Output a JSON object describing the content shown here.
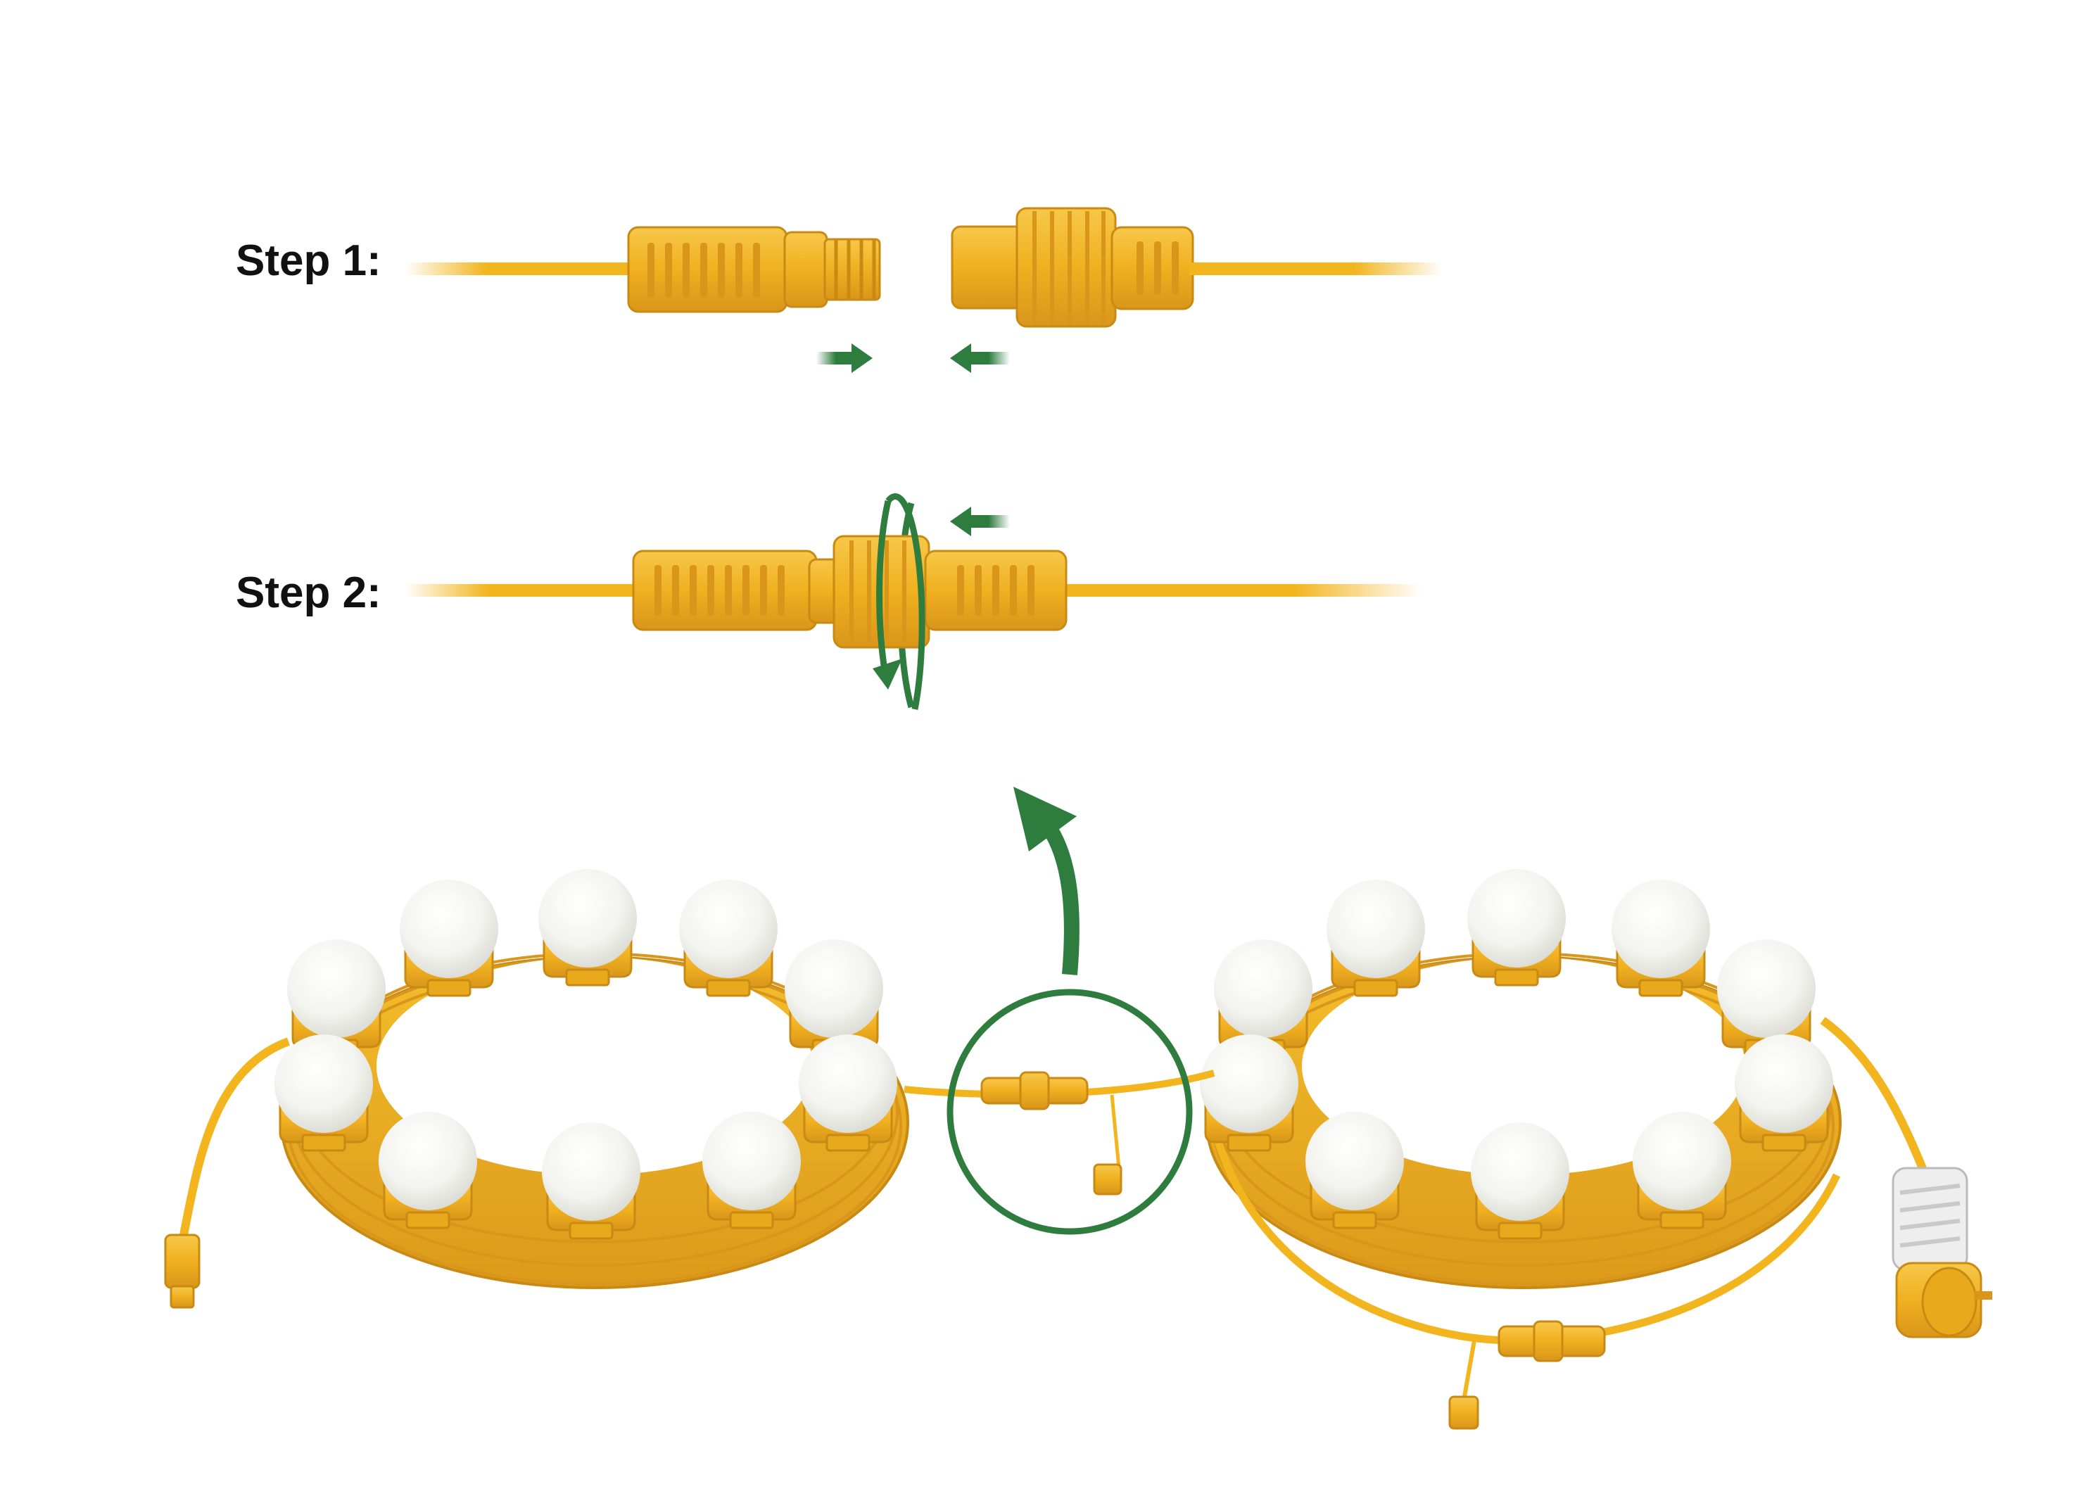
{
  "steps": [
    {
      "label": "Step 1:"
    },
    {
      "label": "Step 2:"
    }
  ],
  "colors": {
    "cable_yellow": "#f2b51e",
    "connector_yellow": "#f0b020",
    "bulb_white": "#f4f4f0",
    "arrow_green": "#2e7d3f",
    "plug_white": "#eeeeee"
  },
  "icons": {
    "push_arrow": "right-arrow",
    "rotate_arrow": "circular-arrow",
    "callout_arrow": "curved-up-arrow"
  }
}
